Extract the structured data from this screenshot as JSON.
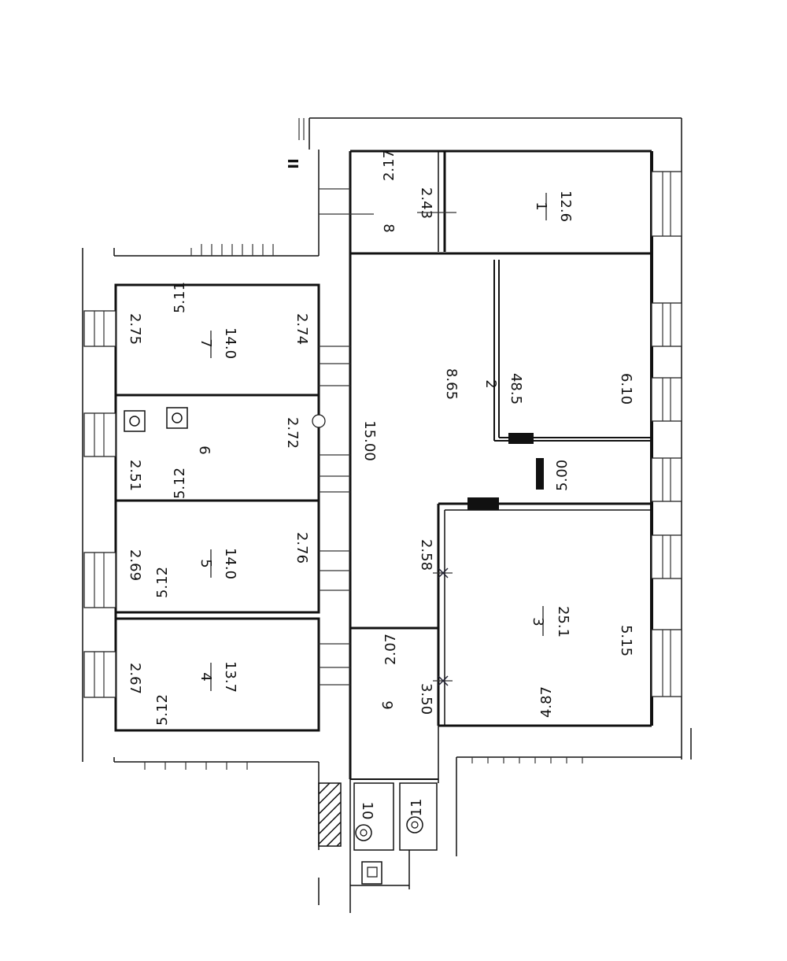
{
  "rooms": [
    {
      "id": "room-1",
      "number": "1",
      "area": "12.6",
      "dims": []
    },
    {
      "id": "room-2",
      "number": "2",
      "area": "48.5",
      "dims": [
        "8.65",
        "6.10",
        "5.00",
        "15.00"
      ]
    },
    {
      "id": "room-3",
      "number": "3",
      "area": "25.1",
      "dims": [
        "5.15",
        "4.87",
        "2.58",
        "3.50"
      ]
    },
    {
      "id": "room-4",
      "number": "4",
      "area": "13.7",
      "dims": [
        "2.67",
        "5.12"
      ]
    },
    {
      "id": "room-5",
      "number": "5",
      "area": "14.0",
      "dims": [
        "2.69",
        "2.76",
        "5.12"
      ]
    },
    {
      "id": "room-6",
      "number": "6",
      "area": "",
      "dims": [
        "2.51",
        "2.72",
        "5.12"
      ]
    },
    {
      "id": "room-7",
      "number": "7",
      "area": "14.0",
      "dims": [
        "2.75",
        "2.74",
        "5.11"
      ]
    },
    {
      "id": "room-8",
      "number": "8",
      "area": "",
      "dims": [
        "2.43",
        "2.17"
      ]
    },
    {
      "id": "room-9",
      "number": "9",
      "area": "",
      "dims": [
        "2.07"
      ]
    },
    {
      "id": "room-10",
      "number": "10",
      "area": "",
      "dims": []
    },
    {
      "id": "room-11",
      "number": "11",
      "area": "",
      "dims": []
    }
  ],
  "stair_mark": "II"
}
